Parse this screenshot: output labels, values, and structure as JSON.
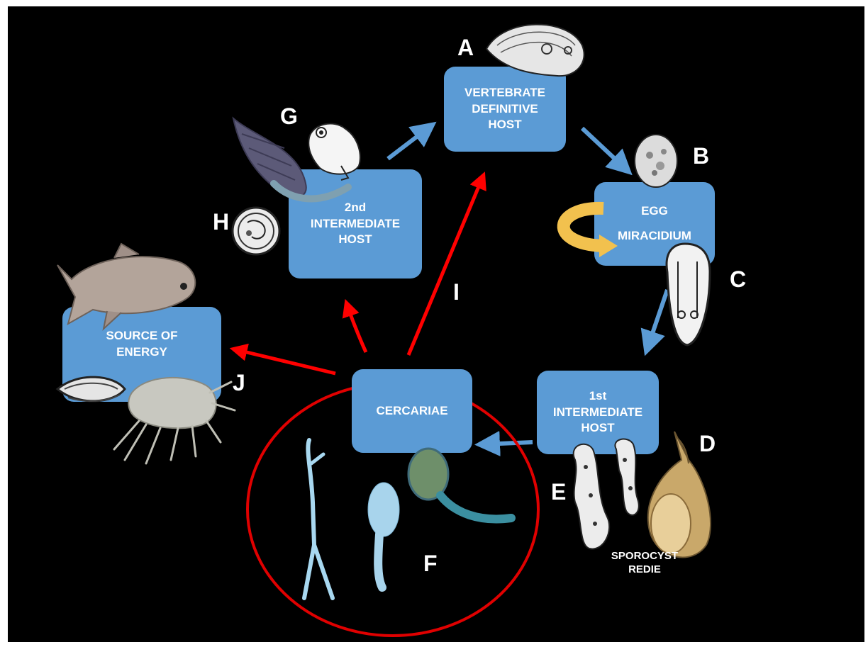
{
  "colors": {
    "background": "#000000",
    "box": "#5b9bd5",
    "blue_arrow": "#5b9bd5",
    "red_arrow": "#ff0000",
    "loop_arrow": "#f2c14e",
    "text": "#ffffff"
  },
  "nodes": {
    "vertebrate_host": {
      "line1": "VERTEBRATE",
      "line2": "DEFINITIVE",
      "line3": "HOST"
    },
    "egg": {
      "line1": "EGG",
      "line2": "MIRACIDIUM"
    },
    "first_host": {
      "line1": "1st",
      "line2": "INTERMEDIATE",
      "line3": "HOST"
    },
    "cercariae": {
      "line1": "CERCARIAE"
    },
    "second_host": {
      "line1": "2nd",
      "line2": "INTERMEDIATE",
      "line3": "HOST"
    },
    "energy": {
      "line1": "SOURCE OF",
      "line2": "ENERGY"
    }
  },
  "labels": {
    "A": "A",
    "B": "B",
    "C": "C",
    "D": "D",
    "E": "E",
    "F": "F",
    "G": "G",
    "H": "H",
    "I": "I",
    "J": "J"
  },
  "captions": {
    "sporocyst": "SPOROCYST",
    "redie": "REDIE"
  },
  "illustrations": [
    "adult-fluke",
    "egg",
    "miracidium",
    "snail-shell",
    "sporocyst",
    "redia",
    "cercaria-forked-tail",
    "cercaria-oval",
    "cercaria-encysting",
    "snail",
    "frog",
    "metacercaria-cyst",
    "fish",
    "mussel",
    "amphipod"
  ]
}
